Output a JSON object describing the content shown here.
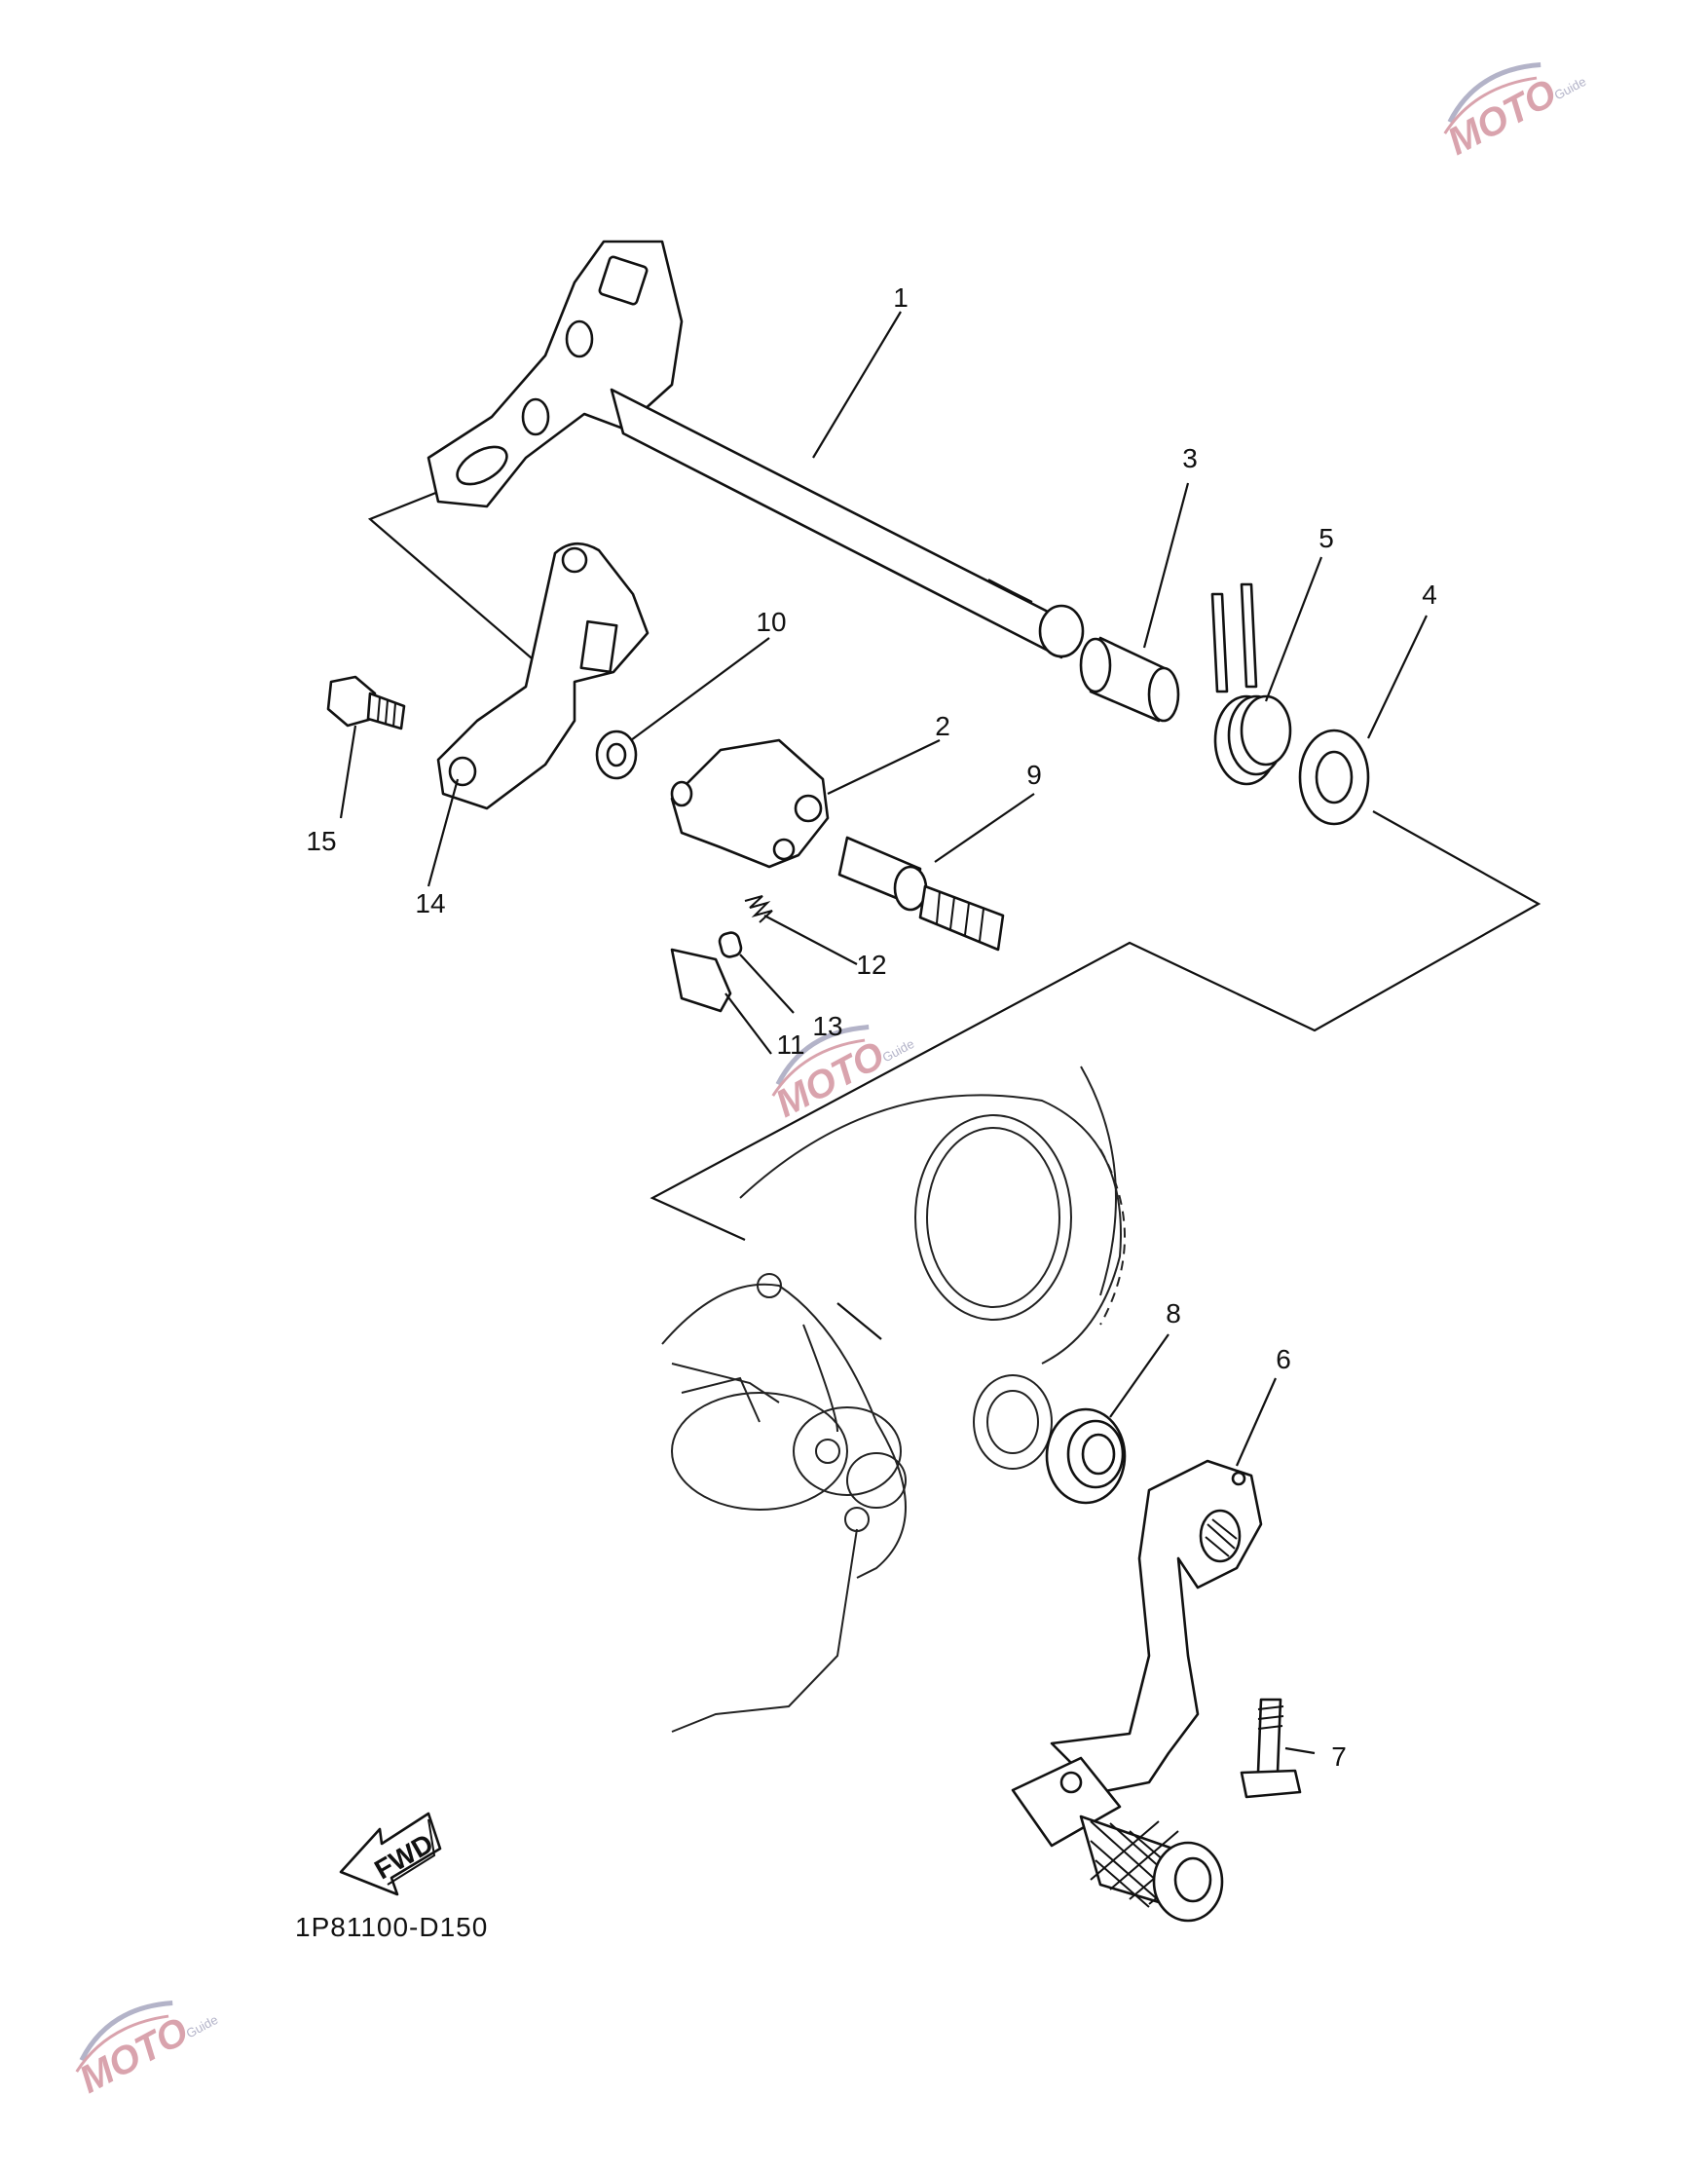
{
  "diagram": {
    "part_callouts": [
      "1",
      "2",
      "3",
      "4",
      "5",
      "6",
      "7",
      "8",
      "9",
      "10",
      "11",
      "12",
      "13",
      "14",
      "15"
    ],
    "drawing_code": "1P81100-D150",
    "fwd_label": "FWD"
  },
  "watermark": {
    "brand": "MOTO",
    "tagline": "Guide",
    "colors": {
      "accent": "#d9a3ad",
      "secondary": "#b3b3c8"
    }
  },
  "icons": [
    "fwd-arrow-icon",
    "moto-guide-logo-icon"
  ]
}
